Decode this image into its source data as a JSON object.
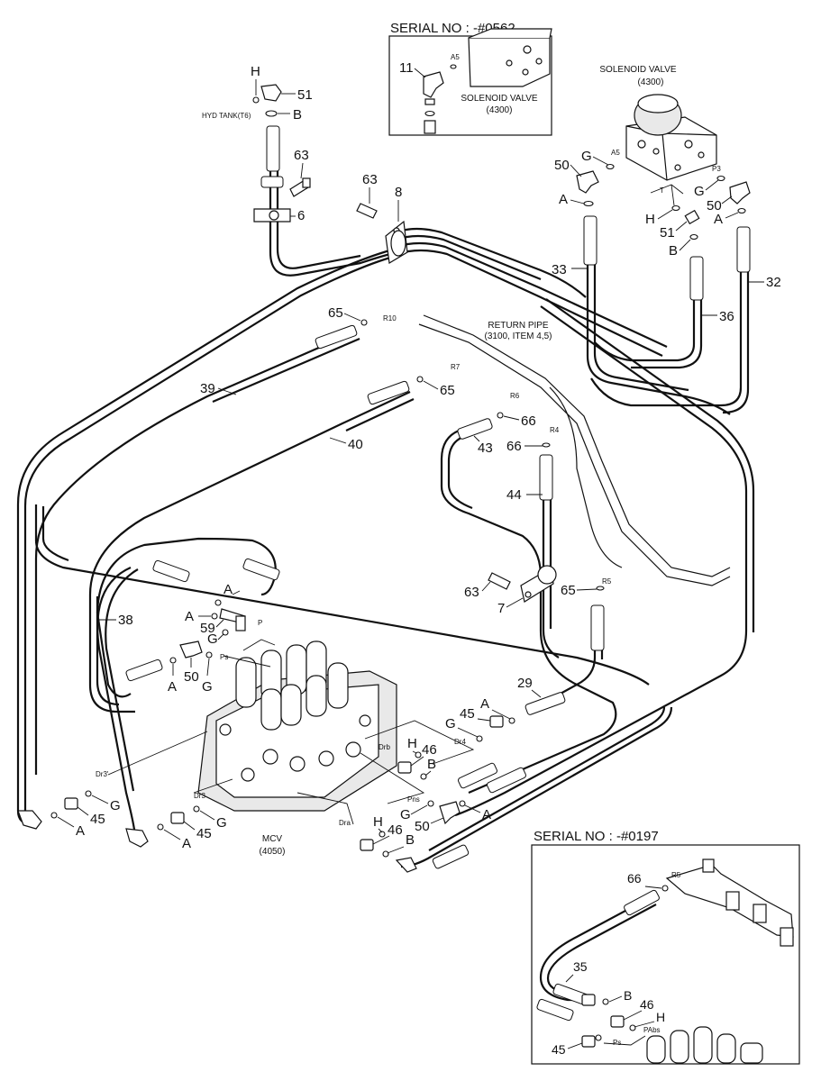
{
  "inset_top": {
    "serial": "SERIAL NO : -#0562",
    "valve_title": "SOLENOID VALVE",
    "valve_code": "(4300)",
    "callout_11": "11",
    "port_a5": "A5"
  },
  "inset_bottom": {
    "serial": "SERIAL NO : -#0197",
    "callout_66": "66",
    "callout_35": "35",
    "callout_45": "45",
    "callout_46": "46",
    "label_b": "B",
    "label_h": "H",
    "port_r5": "R5",
    "port_pabs": "PAbs",
    "port_ps": "Ps"
  },
  "labels": {
    "solenoid_title": "SOLENOID VALVE",
    "solenoid_code": "(4300)",
    "return_pipe_title": "RETURN PIPE",
    "return_pipe_code": "(3100, ITEM 4,5)",
    "mcv_title": "MCV",
    "mcv_code": "(4050)",
    "hyd_tank": "HYD TANK(T6)"
  },
  "ports": {
    "a5": "A5",
    "p3": "P3",
    "t": "T",
    "r10": "R10",
    "r7": "R7",
    "r6": "R6",
    "r4": "R4",
    "r5": "R5",
    "p": "P",
    "ps": "Ps",
    "drb": "Drb",
    "dr4": "Dr4",
    "pns": "Pns",
    "dra": "Dra",
    "dr3": "Dr3",
    "dr3b": "Dr3'"
  },
  "callouts": {
    "c51_top": "51",
    "c_h_top": "H",
    "c_b_top": "B",
    "c63_a": "63",
    "c6": "6",
    "c63_b": "63",
    "c8": "8",
    "c50_sol_l": "50",
    "c_g_sol_l": "G",
    "c_a_sol_l": "A",
    "c_h_sol": "H",
    "c51_sol": "51",
    "c_b_sol": "B",
    "c_g_sol_r": "G",
    "c50_sol_r": "50",
    "c_a_sol_r": "A",
    "c33": "33",
    "c32": "32",
    "c36": "36",
    "c65_a": "65",
    "c39": "39",
    "c65_b": "65",
    "c40": "40",
    "c66_a": "66",
    "c66_b": "66",
    "c43": "43",
    "c44": "44",
    "c63_c": "63",
    "c7": "7",
    "c65_c": "65",
    "c38": "38",
    "c_a_59": "A",
    "c_a_59b": "A",
    "c59": "59",
    "c_g_59": "G",
    "c_a_50": "A",
    "c50": "50",
    "c_g_50": "G",
    "c29": "29",
    "c_a_29": "A",
    "c45_29": "45",
    "c_g_29": "G",
    "c_h_46": "H",
    "c46_a": "46",
    "c_b_46": "B",
    "c_g_50b": "G",
    "c50_b": "50",
    "c_a_50b": "A",
    "c_h_46b": "H",
    "c46_b": "46",
    "c_b_46b": "B",
    "c45_l": "45",
    "c_a_l": "A",
    "c_g_l": "G",
    "c45_m": "45",
    "c_a_m": "A",
    "c_g_m": "G"
  }
}
